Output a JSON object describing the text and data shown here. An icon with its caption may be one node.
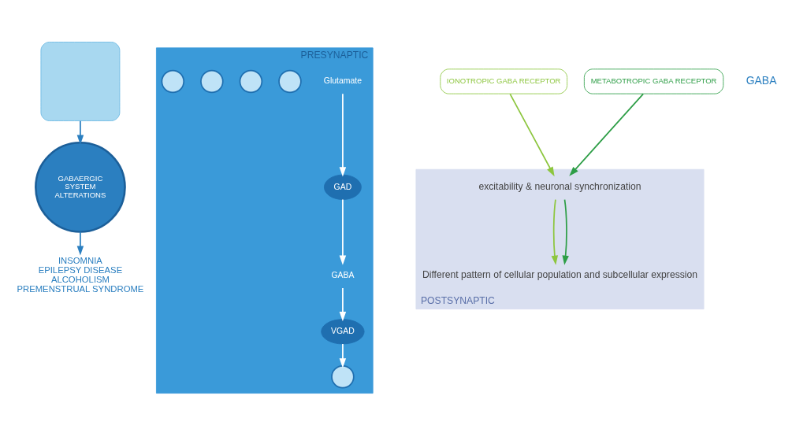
{
  "diagram": {
    "nodes": [
      {
        "text": [],
        "shape": "box"
      },
      {
        "text": [
          "GABAERGIC SYSTEM ALTERATIONS"
        ]
      },
      {
        "text": [
          "INSOMNIA",
          "EPILEPSY DISEASE",
          "ALCOHOLISM",
          "PREMENSTRUAL SYNDROME"
        ]
      },
      {
        "text": [
          "PRESYNAPTIC"
        ]
      },
      {
        "text": [
          "GABA"
        ],
        "in": 3
      },
      {
        "text": [
          "GAD"
        ],
        "in": 3
      },
      {
        "text": [
          "VGAD"
        ],
        "in": 3
      },
      {
        "text": [
          "Glutamate"
        ],
        "in": 3
      },
      {
        "text": [],
        "shape": "circle",
        "in": 3
      },
      {
        "text": [],
        "shape": "circle",
        "in": 3
      },
      {
        "text": [],
        "shape": "circle",
        "in": 3
      },
      {
        "text": [],
        "shape": "circle",
        "in": 3
      },
      {
        "text": [],
        "shape": "circle",
        "in": 3
      },
      {
        "text": [
          "IONOTROPIC GABA RECEPTOR"
        ]
      },
      {
        "text": [
          "METABOTROPIC GABA RECEPTOR"
        ]
      },
      {
        "text": [
          "POSTSYNAPTIC"
        ]
      },
      {
        "text": [
          "excitability & neuronal synchronization"
        ],
        "in": 15
      },
      {
        "text": [
          "Different pattern of cellular population and subcellular expression"
        ],
        "in": 15
      }
    ],
    "edges": [
      {
        "from": 0,
        "to": 1,
        "arrow": "to",
        "color": "#2b7fc0"
      },
      {
        "from": 1,
        "to": 2,
        "arrow": "to",
        "color": "#2b7fc0"
      },
      {
        "from": 7,
        "to": 5,
        "arrow": "to",
        "color": "#ffffff"
      },
      {
        "from": 5,
        "to": 4,
        "arrow": "to",
        "color": "#ffffff"
      },
      {
        "from": 4,
        "to": 6,
        "arrow": "to",
        "color": "#ffffff"
      },
      {
        "from": 6,
        "to": 8,
        "arrow": "to",
        "color": "#ffffff"
      },
      {
        "from": 13,
        "to": 16,
        "arrow": "to",
        "color": "#8dc63f"
      },
      {
        "from": 14,
        "to": 16,
        "arrow": "to",
        "color": "#2e9e47"
      },
      {
        "from": 16,
        "to": 17,
        "arrow": "to",
        "color": "#8dc63f"
      },
      {
        "from": 16,
        "to": 17,
        "arrow": "to",
        "color": "#2e9e47"
      }
    ],
    "labels": [
      "GABA"
    ]
  }
}
